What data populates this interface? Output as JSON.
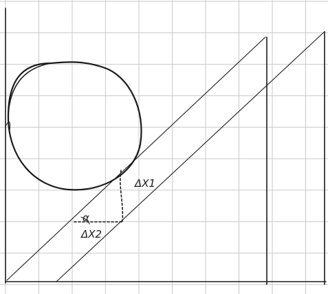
{
  "labels": {
    "delta_x1": "ΔX1",
    "alpha": "α",
    "delta_x2": "ΔX2"
  }
}
